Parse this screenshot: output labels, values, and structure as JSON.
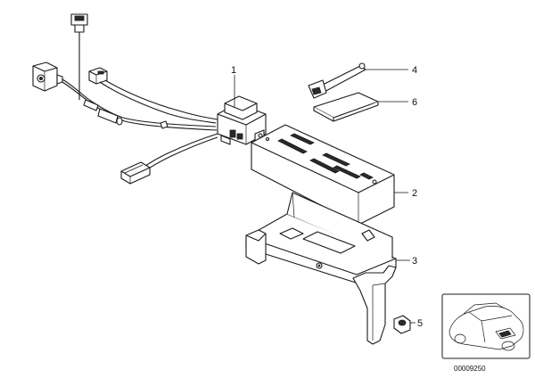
{
  "diagram": {
    "callouts": [
      {
        "id": "1",
        "label": "1"
      },
      {
        "id": "2",
        "label": "2"
      },
      {
        "id": "3",
        "label": "3"
      },
      {
        "id": "4",
        "label": "4"
      },
      {
        "id": "5",
        "label": "5"
      },
      {
        "id": "6",
        "label": "6"
      }
    ],
    "reference_number": "00009250"
  }
}
